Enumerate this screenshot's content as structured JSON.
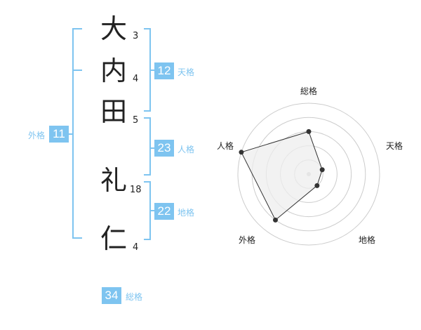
{
  "colors": {
    "accent": "#7ec4f0",
    "badge_bg": "#7ec4f0",
    "text": "#222222",
    "grid": "#cccccc",
    "fill": "#eeeeee",
    "stroke": "#333333"
  },
  "name": {
    "characters": [
      {
        "char": "大",
        "strokes": "3"
      },
      {
        "char": "内",
        "strokes": "4"
      },
      {
        "char": "田",
        "strokes": "5"
      },
      {
        "char": "礼",
        "strokes": "18"
      },
      {
        "char": "仁",
        "strokes": "4"
      }
    ]
  },
  "fortune": {
    "tenkaku": {
      "value": "12",
      "label": "天格"
    },
    "jinkaku": {
      "value": "23",
      "label": "人格"
    },
    "chikaku": {
      "value": "22",
      "label": "地格"
    },
    "gaikaku": {
      "value": "11",
      "label": "外格"
    },
    "soukaku": {
      "value": "34",
      "label": "総格"
    }
  },
  "chart_data": {
    "type": "radar",
    "axes": [
      "総格",
      "天格",
      "地格",
      "外格",
      "人格"
    ],
    "values": [
      3,
      1,
      1,
      4,
      5
    ],
    "range": [
      0,
      5
    ],
    "grid": true
  }
}
